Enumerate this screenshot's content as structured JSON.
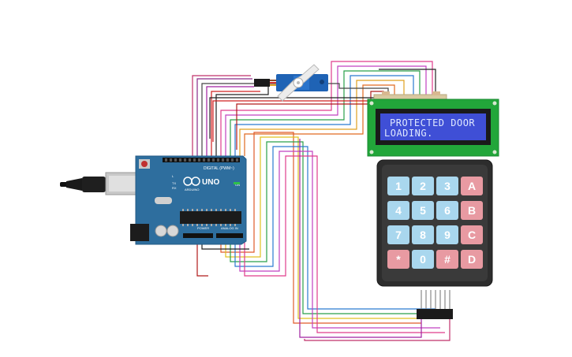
{
  "lcd": {
    "line1": "PROTECTED DOOR",
    "line2": "LOADING."
  },
  "arduino": {
    "model": "UNO",
    "brand": "ARDUINO",
    "digital_label": "DIGITAL (PWM~)",
    "power_label": "POWER",
    "analog_label": "ANALOG IN",
    "tx_label": "TX",
    "rx_label": "RX",
    "l_label": "L",
    "on_label": "ON"
  },
  "keypad": {
    "keys": [
      [
        "1",
        "2",
        "3",
        "A"
      ],
      [
        "4",
        "5",
        "6",
        "B"
      ],
      [
        "7",
        "8",
        "9",
        "C"
      ],
      [
        "*",
        "0",
        "#",
        "D"
      ]
    ]
  },
  "colors": {
    "number_key": "#a9d7ee",
    "letter_key": "#e89aa2",
    "lcd_screen": "#3f4fd6",
    "lcd_board": "#22a63a",
    "arduino_board": "#2e6e9e",
    "servo_body": "#1f63b5",
    "keypad_body": "#2d2d2d"
  },
  "icons": [
    "usb-cable-icon",
    "servo-motor-icon",
    "arduino-logo-icon",
    "reset-button-icon"
  ]
}
